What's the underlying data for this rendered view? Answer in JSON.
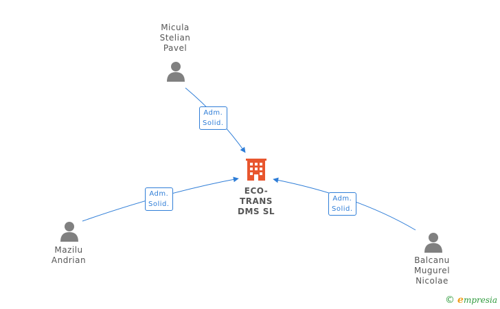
{
  "company": {
    "name_lines": [
      "ECO-",
      "TRANS",
      "DMS SL"
    ],
    "color": "#e8562e"
  },
  "persons": [
    {
      "id": "micula",
      "name_lines": [
        "Micula",
        "Stelian",
        "Pavel"
      ],
      "role_lines": [
        "Adm.",
        "Solid."
      ]
    },
    {
      "id": "mazilu",
      "name_lines": [
        "Mazilu",
        "Andrian"
      ],
      "role_lines": [
        "Adm.",
        "Solid."
      ]
    },
    {
      "id": "balcanu",
      "name_lines": [
        "Balcanu",
        "Mugurel",
        "Nicolae"
      ],
      "role_lines": [
        "Adm.",
        "Solid."
      ]
    }
  ],
  "colors": {
    "edge": "#2e7dd7",
    "person": "#808080",
    "label": "#555555"
  },
  "brand": {
    "copyright": "©",
    "name_first": "e",
    "name_rest": "mpresia"
  }
}
